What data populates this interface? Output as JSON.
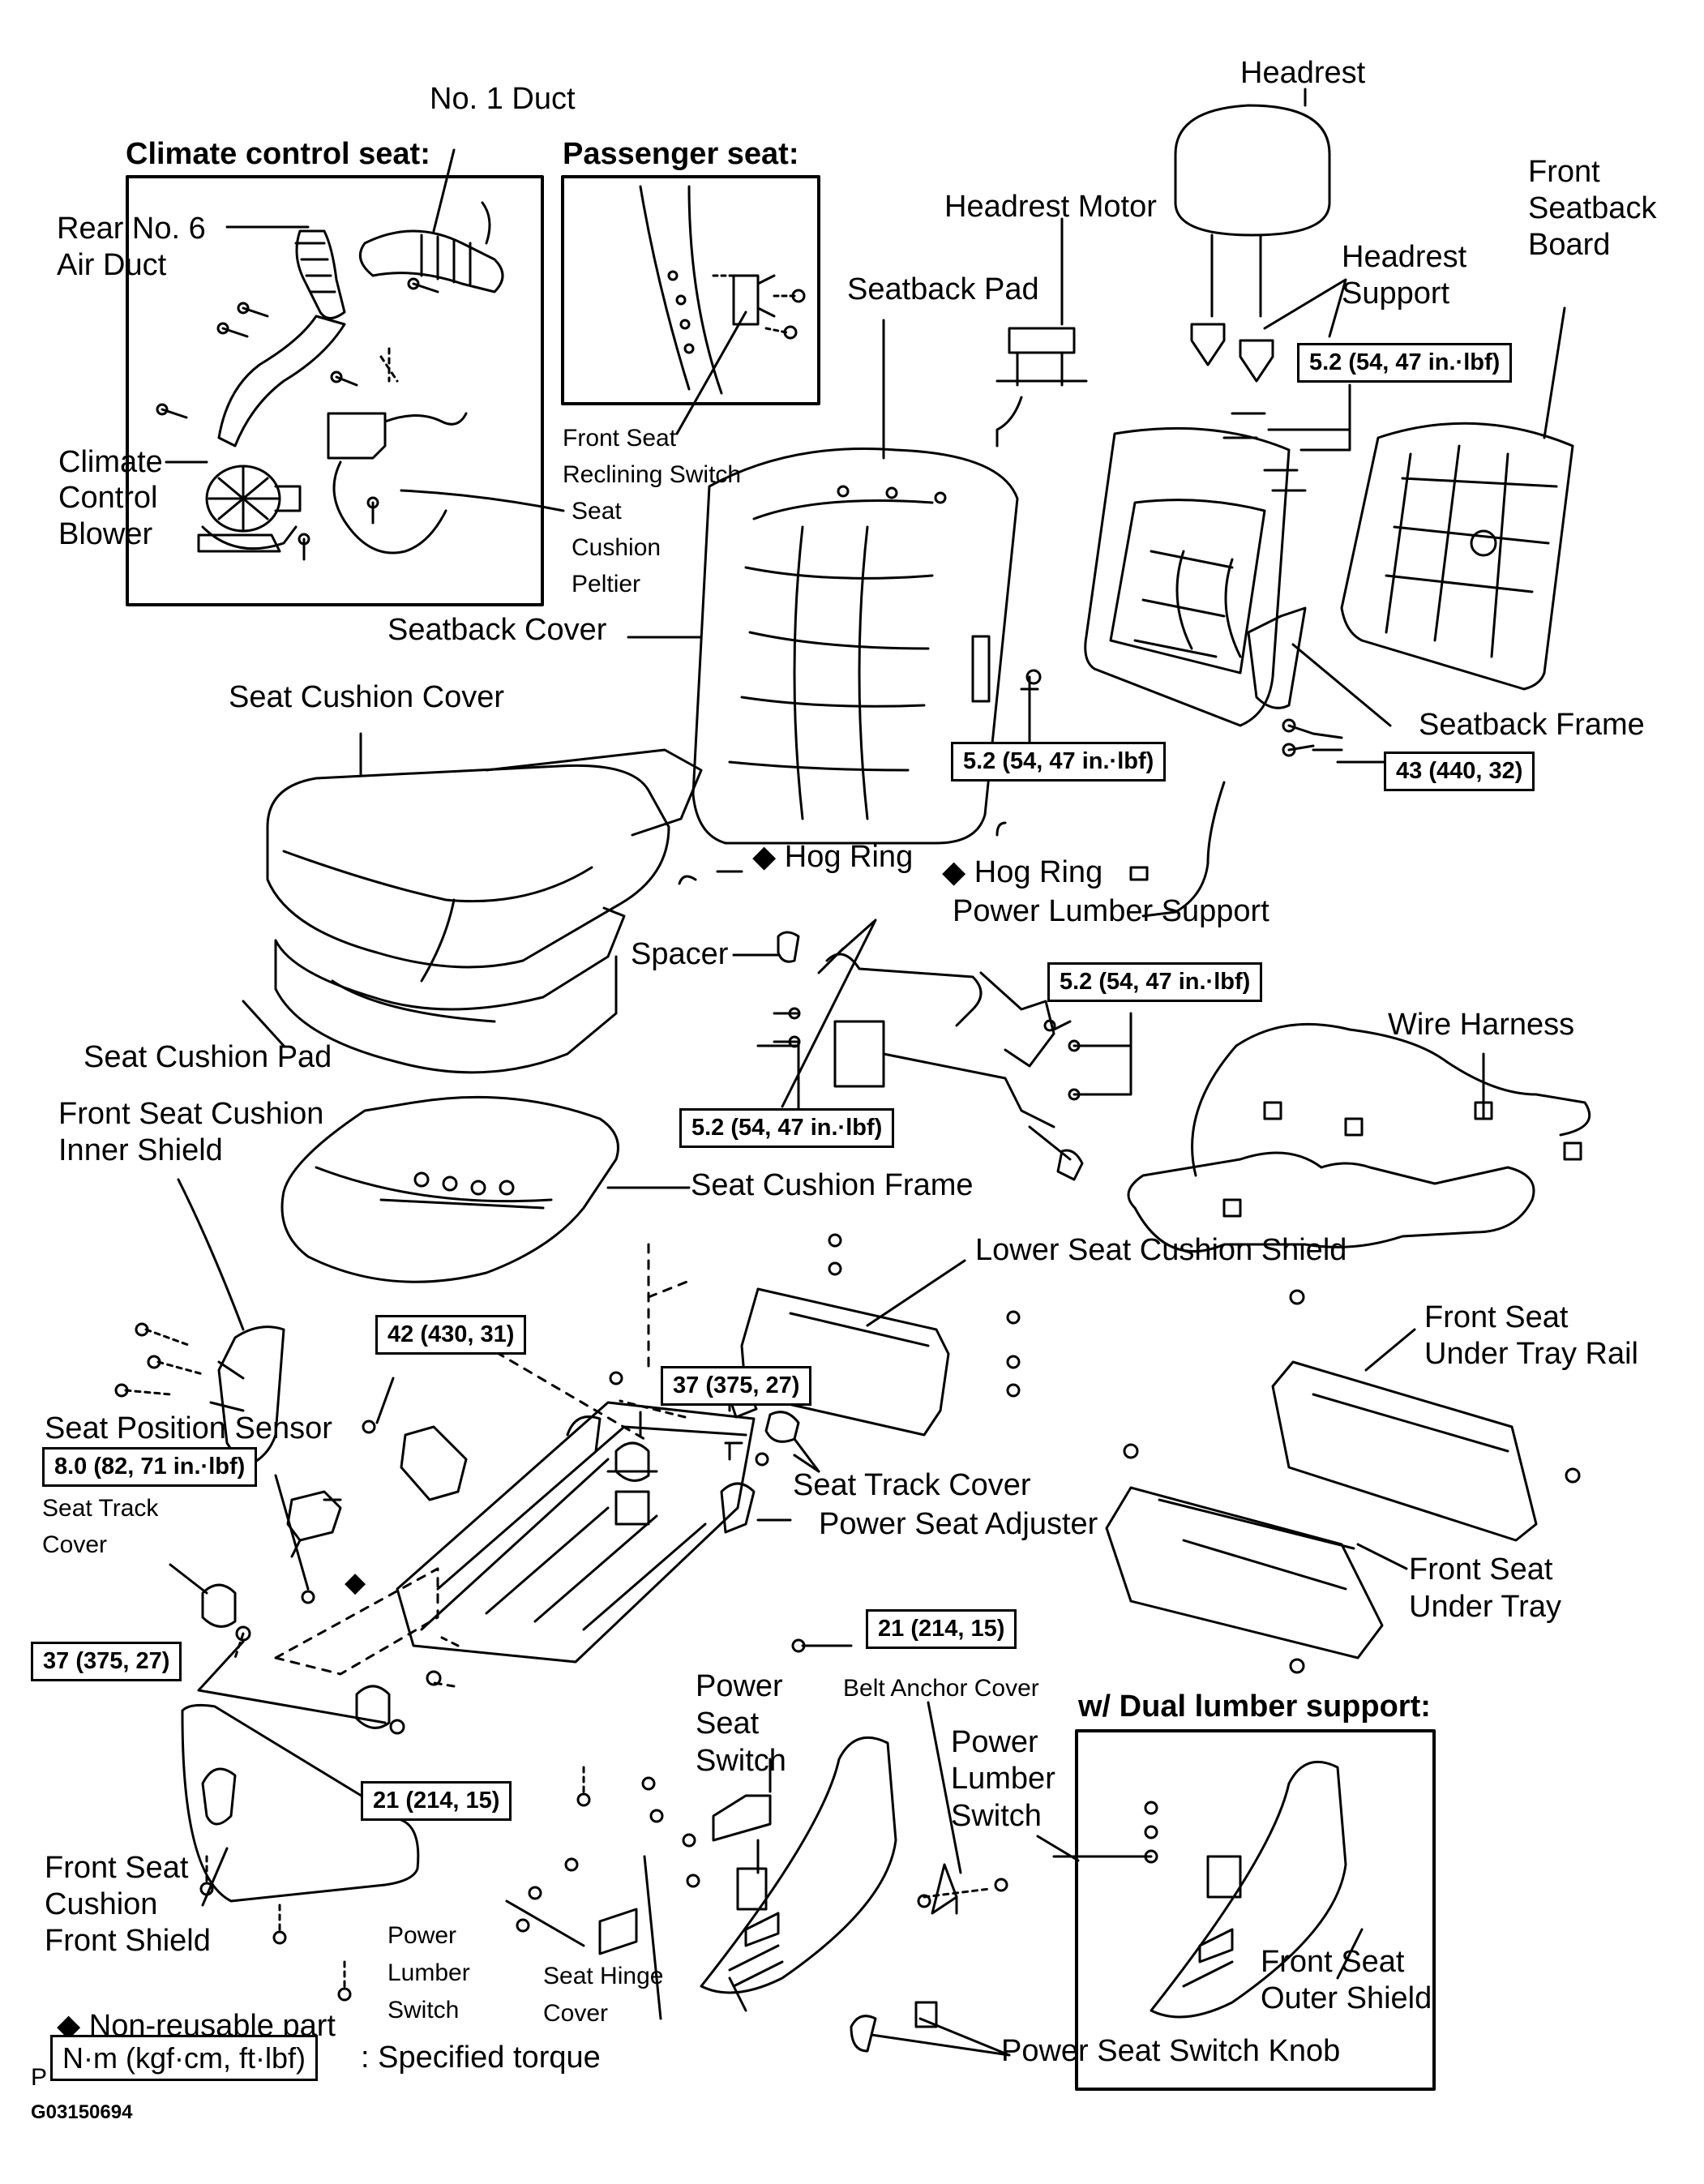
{
  "insets": {
    "climate_control_seat": "Climate control seat:",
    "passenger_seat": "Passenger seat:",
    "dual_lumber_support": "w/ Dual lumber support:"
  },
  "labels": {
    "no1_duct": "No. 1 Duct",
    "rear_no6_air_duct_1": "Rear No. 6",
    "rear_no6_air_duct_2": "Air Duct",
    "climate_control_blower_1": "Climate",
    "climate_control_blower_2": "Control",
    "climate_control_blower_3": "Blower",
    "front_seat_reclining_switch_1": "Front Seat",
    "front_seat_reclining_switch_2": "Reclining Switch",
    "seat_cushion_peltier_1": "Seat",
    "seat_cushion_peltier_2": "Cushion",
    "seat_cushion_peltier_3": "Peltier",
    "headrest": "Headrest",
    "headrest_motor": "Headrest Motor",
    "headrest_support_1": "Headrest",
    "headrest_support_2": "Support",
    "front_seatback_board_1": "Front",
    "front_seatback_board_2": "Seatback",
    "front_seatback_board_3": "Board",
    "seatback_pad": "Seatback Pad",
    "seatback_cover": "Seatback Cover",
    "seatback_frame": "Seatback Frame",
    "seat_cushion_cover": "Seat Cushion Cover",
    "hog_ring_1": "◆ Hog Ring",
    "hog_ring_2": "◆ Hog Ring",
    "power_lumber_support": "Power Lumber Support",
    "spacer": "Spacer",
    "seat_cushion_pad": "Seat Cushion Pad",
    "wire_harness": "Wire Harness",
    "front_seat_cushion_inner_shield_1": "Front Seat Cushion",
    "front_seat_cushion_inner_shield_2": "Inner Shield",
    "seat_cushion_frame": "Seat Cushion Frame",
    "lower_seat_cushion_shield": "Lower Seat Cushion Shield",
    "front_seat_under_tray_rail_1": "Front Seat",
    "front_seat_under_tray_rail_2": "Under Tray Rail",
    "seat_position_sensor": "Seat Position Sensor",
    "seat_track_cover_right": "Seat Track Cover",
    "power_seat_adjuster": "Power Seat Adjuster",
    "seat_track_cover_left_1": "Seat Track",
    "seat_track_cover_left_2": "Cover",
    "front_seat_under_tray_1": "Front Seat",
    "front_seat_under_tray_2": "Under Tray",
    "power_seat_switch_1": "Power",
    "power_seat_switch_2": "Seat",
    "power_seat_switch_3": "Switch",
    "belt_anchor_cover": "Belt Anchor Cover",
    "power_lumber_switch_1": "Power",
    "power_lumber_switch_2": "Lumber",
    "power_lumber_switch_3": "Switch",
    "front_seat_cushion_front_shield_1": "Front Seat",
    "front_seat_cushion_front_shield_2": "Cushion",
    "front_seat_cushion_front_shield_3": "Front Shield",
    "power_lumber_switch_low_1": "Power",
    "power_lumber_switch_low_2": "Lumber",
    "power_lumber_switch_low_3": "Switch",
    "seat_hinge_cover_1": "Seat Hinge",
    "seat_hinge_cover_2": "Cover",
    "power_seat_switch_knob": "Power Seat Switch Knob",
    "front_seat_outer_shield_1": "Front Seat",
    "front_seat_outer_shield_2": "Outer Shield"
  },
  "torques": {
    "t_seatback_top": "5.2 (54, 47 in.·lbf)",
    "t_seatback_side": "5.2 (54, 47 in.·lbf)",
    "t_seatback_frame": "43 (440, 32)",
    "t_lumber_right": "5.2 (54, 47 in.·lbf)",
    "t_lumber_left": "5.2 (54, 47 in.·lbf)",
    "t_adjuster_top": "42 (430, 31)",
    "t_track_cover": "37 (375, 27)",
    "t_sensor": "8.0 (82, 71 in.·lbf)",
    "t_adjuster_right": "21 (214, 15)",
    "t_track_left": "37 (375, 27)",
    "t_adjuster_bottom": "21 (214, 15)"
  },
  "legend": {
    "non_reusable": "◆ Non-reusable part",
    "torque_box": "N·m (kgf·cm, ft·lbf)",
    "torque_text": ": Specified torque",
    "p_mark": "P"
  },
  "figure_code": "G03150694"
}
